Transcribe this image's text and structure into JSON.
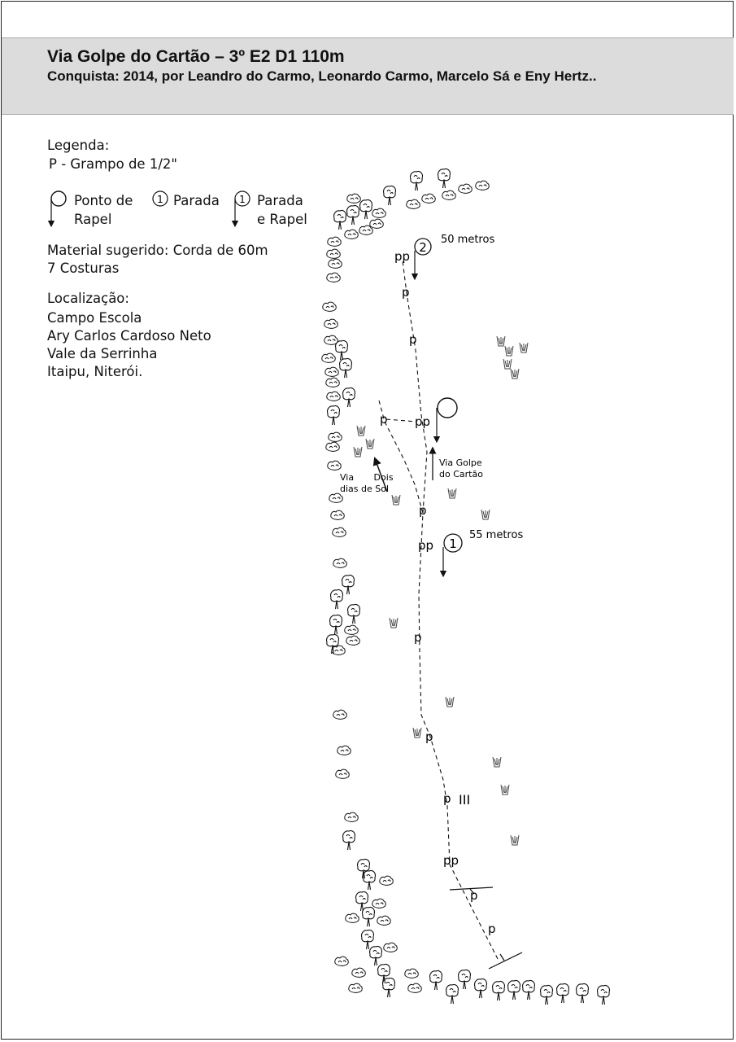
{
  "header": {
    "title": "Via Golpe do Cartão – 3º E2 D1 110m",
    "subtitle": "Conquista: 2014, por Leandro do Carmo, Leonardo Carmo, Marcelo Sá e Eny Hertz.."
  },
  "legend": {
    "heading": "Legenda:",
    "bolt": "P - Grampo de 1/2\"",
    "rappel_point_line1": "Ponto de",
    "rappel_point_line2": "Rapel",
    "belay_number": "1",
    "belay_label": "Parada",
    "belay_rappel_number": "1",
    "belay_rappel_line1": "Parada",
    "belay_rappel_line2": "e Rapel"
  },
  "material": {
    "line1": "Material sugerido: Corda de 60m",
    "line2": "7 Costuras"
  },
  "location": {
    "heading": "Localização:",
    "lines": [
      "Campo Escola",
      "Ary Carlos Cardoso Neto",
      "Vale da Serrinha",
      "Itaipu, Niterói."
    ]
  },
  "topo": {
    "bolt_mark": "p",
    "double_bolt_mark": "pp",
    "belay2_number": "2",
    "belay2_distance": "50 metros",
    "belay1_number": "1",
    "belay1_distance": "55 metros",
    "route_label_line1": "Via  Golpe",
    "route_label_line2": "do Cartão",
    "neighbor_label_line1": "Via       Dois",
    "neighbor_label_line2": "dias de Sol",
    "grade_mark": "III"
  }
}
